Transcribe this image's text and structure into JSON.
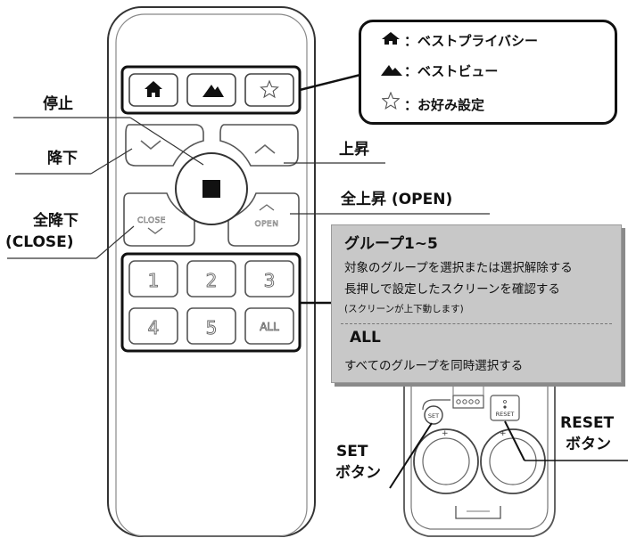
{
  "legend": {
    "items": [
      {
        "icon": "home-icon",
        "sep": "：",
        "text": "ベストプライバシー"
      },
      {
        "icon": "mountain-icon",
        "sep": "：",
        "text": "ベストビュー"
      },
      {
        "icon": "star-outline-icon",
        "sep": "：",
        "text": "お好み設定"
      }
    ]
  },
  "labels": {
    "stop": "停止",
    "down": "降下",
    "full_down_1": "全降下",
    "full_down_2": "(CLOSE)",
    "up": "上昇",
    "full_up": "全上昇 (OPEN)",
    "set_1": "SET",
    "set_2": "ボタン",
    "reset_1": "RESET",
    "reset_2": "ボタン"
  },
  "remote_buttons": {
    "close_text": "CLOSE",
    "open_text": "OPEN",
    "groups": [
      "1",
      "2",
      "3",
      "4",
      "5"
    ],
    "all": "ALL"
  },
  "back_panel": {
    "set_text": "SET",
    "reset_text": "RESET"
  },
  "group_box": {
    "title": "グループ1~5",
    "line1": "対象のグループを選択または選択解除する",
    "line2": "長押しで設定したスクリーンを確認する",
    "note": "(スクリーンが上下動します)",
    "all_title": "ALL",
    "all_desc": "すべてのグループを同時選択する"
  }
}
